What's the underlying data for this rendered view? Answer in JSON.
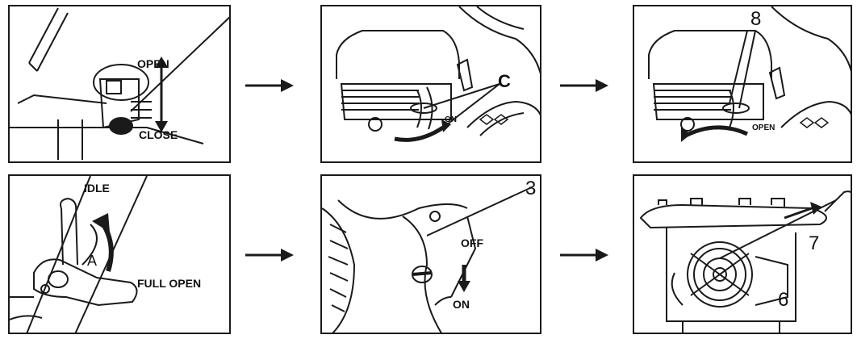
{
  "panels": {
    "fuel_valve": {
      "open_label": "OPEN",
      "close_label": "CLOSE"
    },
    "choke_close": {
      "callout": "C",
      "on_label": "ON"
    },
    "choke_open": {
      "callout": "8",
      "open_label": "OPEN"
    },
    "throttle": {
      "idle_label": "IDLE",
      "arrow_letter": "A",
      "full_open_label": "FULL OPEN"
    },
    "engine_switch": {
      "callout": "3",
      "off_label": "OFF",
      "on_label": "ON"
    },
    "recoil_starter": {
      "callout_handle": "7",
      "callout_starter": "6"
    }
  },
  "colors": {
    "line": "#1a1a1a",
    "background": "#ffffff"
  },
  "icons": [
    "right-arrow-icon"
  ]
}
